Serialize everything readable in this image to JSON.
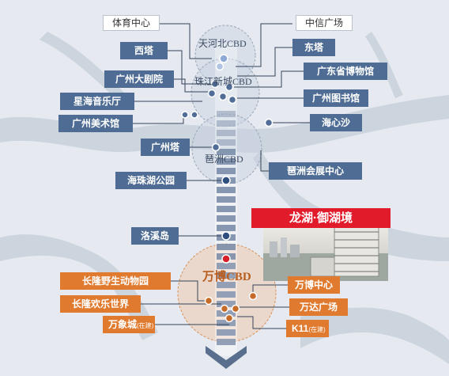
{
  "map": {
    "cbd_labels": {
      "tianhe_north": "天河北CBD",
      "zhujiang_new_town": "珠江新城CBD",
      "pazhou": "琶洲CBD",
      "wanbo": "万博CBD"
    },
    "top_tags": {
      "left": "体育中心",
      "right": "中信广场"
    },
    "left_tags": [
      "西塔",
      "广州大剧院",
      "星海音乐厅",
      "广州美术馆",
      "广州塔",
      "海珠湖公园",
      "洛溪岛"
    ],
    "right_tags": [
      "东塔",
      "广东省博物馆",
      "广州图书馆",
      "海心沙",
      "琶洲会展中心"
    ],
    "wanbo_left": [
      {
        "text": "长隆野生动物园",
        "note": ""
      },
      {
        "text": "长隆欢乐世界",
        "note": ""
      },
      {
        "text": "万象城",
        "note": "(在建)"
      }
    ],
    "wanbo_right": [
      {
        "text": "万博中心",
        "note": ""
      },
      {
        "text": "万达广场",
        "note": ""
      },
      {
        "text": "K11",
        "note": "(在建)"
      }
    ],
    "project": {
      "title": "龙湖·御湖境"
    },
    "colors": {
      "blue_tag": "#4f6d94",
      "orange_tag": "#e07a2e",
      "project_red": "#e11b2a"
    }
  }
}
